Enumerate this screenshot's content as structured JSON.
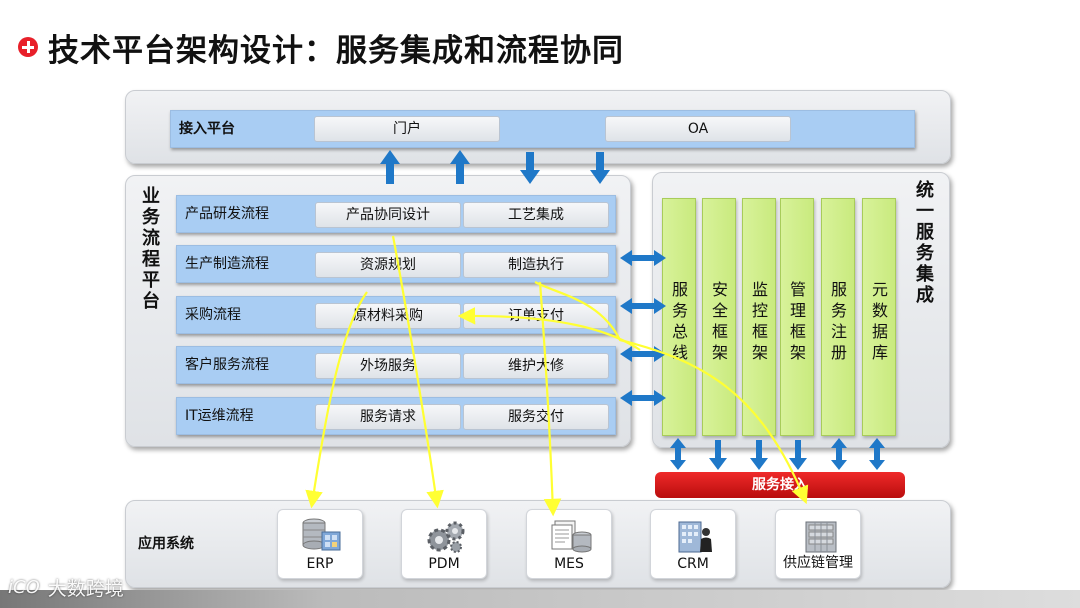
{
  "title": "技术平台架构设计：服务集成和流程协同",
  "access_platform": {
    "label": "接入平台",
    "items": [
      "门户",
      "OA"
    ]
  },
  "business_platform": {
    "label": "业务流程平台",
    "rows": [
      {
        "label": "产品研发流程",
        "items": [
          "产品协同设计",
          "工艺集成"
        ]
      },
      {
        "label": "生产制造流程",
        "items": [
          "资源规划",
          "制造执行"
        ]
      },
      {
        "label": "采购流程",
        "items": [
          "原材料采购",
          "订单支付"
        ]
      },
      {
        "label": "客户服务流程",
        "items": [
          "外场服务",
          "维护大修"
        ]
      },
      {
        "label": "IT运维流程",
        "items": [
          "服务请求",
          "服务交付"
        ]
      }
    ]
  },
  "unified_service": {
    "label": "统一服务集成",
    "columns": [
      "服务总线",
      "安全框架",
      "监控框架",
      "管理框架",
      "服务注册",
      "元数据库"
    ],
    "access_bar": "服务接入"
  },
  "app_systems": {
    "label": "应用系统",
    "apps": [
      {
        "name": "ERP",
        "icon": "database-server-icon"
      },
      {
        "name": "PDM",
        "icon": "gears-icon"
      },
      {
        "name": "MES",
        "icon": "documents-database-icon"
      },
      {
        "name": "CRM",
        "icon": "office-people-icon"
      },
      {
        "name": "供应链管理",
        "icon": "server-rack-icon"
      }
    ]
  },
  "watermark": {
    "logo": "iCO",
    "text": "大数跨境"
  },
  "colors": {
    "band_blue": "#a9cdf3",
    "arrow_blue": "#1f78c8",
    "flow_yellow": "#ffff33",
    "service_green": "#d2ef8f",
    "access_red": "#d41515",
    "title_bullet": "#e8202a"
  }
}
